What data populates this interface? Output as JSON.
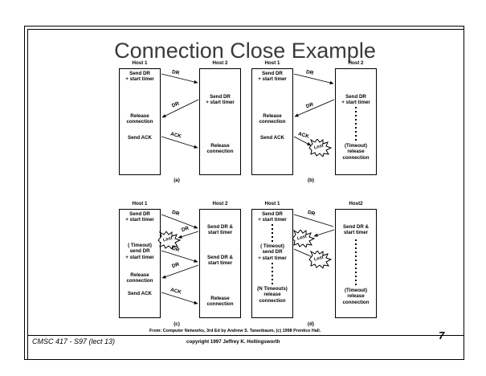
{
  "slide": {
    "title": "Connection Close Example",
    "page_number": "7",
    "footer_left": "CMSC 417 - S97  (lect 13)",
    "footer_center": "copyright 1997  Jeffrey K. Hollingsworth",
    "attribution": "From: Computer Networks, 3rd Ed by Andrew S. Tanenbaum, (c) 1998 Prentice Hall."
  },
  "labels": {
    "host1": "Host 1",
    "host2": "Host 2",
    "host2_tight": "Host2",
    "dr": "DR",
    "ack": "ACK",
    "lost": "Lost",
    "send_dr_start_timer": "Send DR\n+ start timer",
    "send_dr_amp_start_timer": "Send DR &\nstart timer",
    "release_connection": "Release\nconnection",
    "send_ack": "Send ACK",
    "timeout_release": "(Timeout)\nrelease\nconnection",
    "timeout_send_dr": "( Timeout)\nsend DR\n+ start timer",
    "n_timeouts_release": "(N Timeouts)\nrelease\nconnection"
  },
  "panels": [
    {
      "id": "a",
      "caption": "(a)",
      "host1_title": "Host 1",
      "host2_title": "Host 2",
      "host1_events": [
        "Send DR\n+ start timer",
        "Release\nconnection",
        "Send ACK"
      ],
      "host2_events": [
        "Send DR\n+ start timer",
        "Release\nconnection"
      ],
      "messages": [
        {
          "label": "DR",
          "direction": "right",
          "lost": false
        },
        {
          "label": "DR",
          "direction": "left",
          "lost": false
        },
        {
          "label": "ACK",
          "direction": "right",
          "lost": false
        }
      ]
    },
    {
      "id": "b",
      "caption": "(b)",
      "host1_title": "Host 1",
      "host2_title": "Host 2",
      "host1_events": [
        "Send DR\n+ start timer",
        "Release\nconnection",
        "Send ACK"
      ],
      "host2_events": [
        "Send DR\n+ start timer",
        "(Timeout)\nrelease\nconnection"
      ],
      "messages": [
        {
          "label": "DR",
          "direction": "right",
          "lost": false
        },
        {
          "label": "DR",
          "direction": "left",
          "lost": false
        },
        {
          "label": "ACK",
          "direction": "right",
          "lost": true
        }
      ]
    },
    {
      "id": "c",
      "caption": "(c)",
      "host1_title": "Host 1",
      "host2_title": "Host 2",
      "host1_events": [
        "Send DR\n+ start timer",
        "( Timeout)\nsend DR\n+ start timer",
        "Release\nconnection",
        "Send ACK"
      ],
      "host2_events": [
        "Send DR &\nstart timer",
        "Send DR &\nstart timer",
        "Release\nconnection"
      ],
      "messages": [
        {
          "label": "DR",
          "direction": "right",
          "lost": false
        },
        {
          "label": "DR",
          "direction": "left",
          "lost": true
        },
        {
          "label": "DR",
          "direction": "right",
          "lost": false
        },
        {
          "label": "DR",
          "direction": "left",
          "lost": false
        },
        {
          "label": "ACK",
          "direction": "right",
          "lost": false
        }
      ]
    },
    {
      "id": "d",
      "caption": "(d)",
      "host1_title": "Host 1",
      "host2_title": "Host2",
      "host1_events": [
        "Send DR\n+ start timer",
        "( Timeout)\nsend DR\n+ start timer",
        "(N Timeouts)\nrelease\nconnection"
      ],
      "host2_events": [
        "Send DR &\nstart timer",
        "(Timeout)\nrelease\nconnection"
      ],
      "messages": [
        {
          "label": "DR",
          "direction": "right",
          "lost": false
        },
        {
          "label": "",
          "direction": "left",
          "lost": true
        },
        {
          "label": "",
          "direction": "right",
          "lost": true
        }
      ]
    }
  ]
}
